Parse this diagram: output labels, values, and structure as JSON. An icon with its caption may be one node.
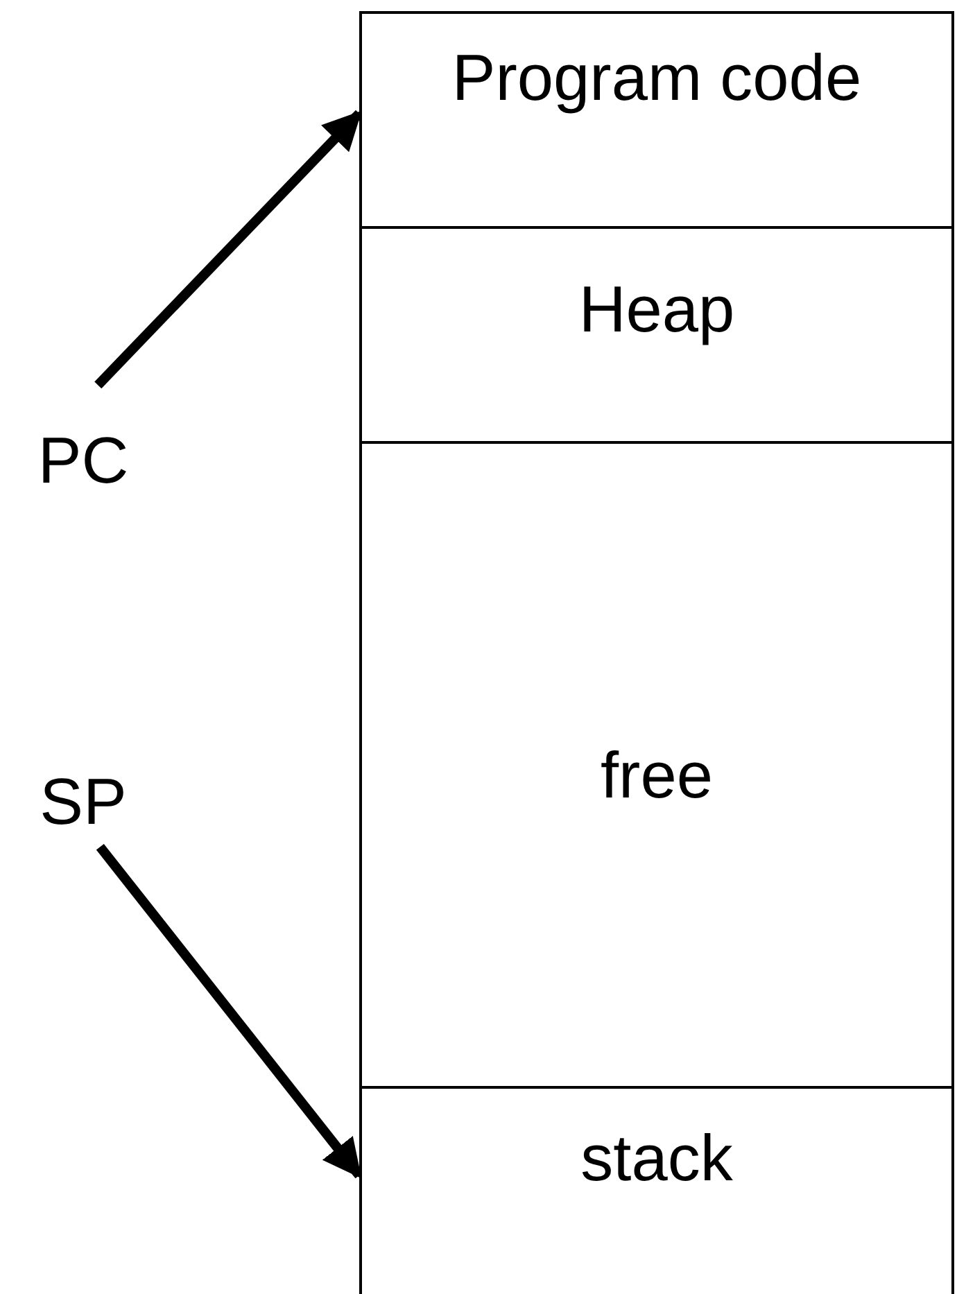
{
  "diagram": {
    "nodes": [
      {
        "text": [
          "Program code"
        ]
      },
      {
        "text": [
          "Heap"
        ]
      },
      {
        "text": [
          "free"
        ]
      },
      {
        "text": [
          "stack"
        ]
      },
      {
        "text": [
          "PC"
        ]
      },
      {
        "text": [
          "SP"
        ]
      }
    ],
    "edges": [
      {
        "from": 4,
        "to": 0,
        "arrow": "to"
      },
      {
        "from": 5,
        "to": 3,
        "arrow": "to"
      }
    ]
  }
}
